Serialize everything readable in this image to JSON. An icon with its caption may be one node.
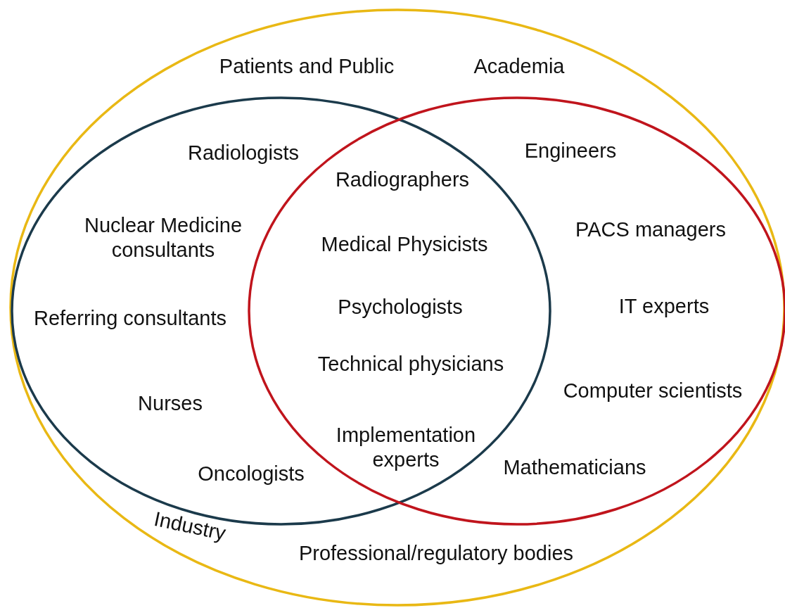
{
  "diagram": {
    "nodes": [
      {
        "text": [
          "Patients and Public",
          "Academia",
          "Industry",
          "Professional/regulatory bodies"
        ]
      },
      {
        "text": [
          "Radiologists",
          "Nuclear Medicine consultants",
          "Referring consultants",
          "Nurses",
          "Oncologists"
        ],
        "in": 0
      },
      {
        "text": [
          "Engineers",
          "PACS managers",
          "IT experts",
          "Computer scientists",
          "Mathematicians"
        ],
        "in": 0
      }
    ],
    "labels": [
      "Radiographers",
      "Medical Physicists",
      "Psychologists",
      "Technical physicians",
      "Implementation experts"
    ]
  }
}
